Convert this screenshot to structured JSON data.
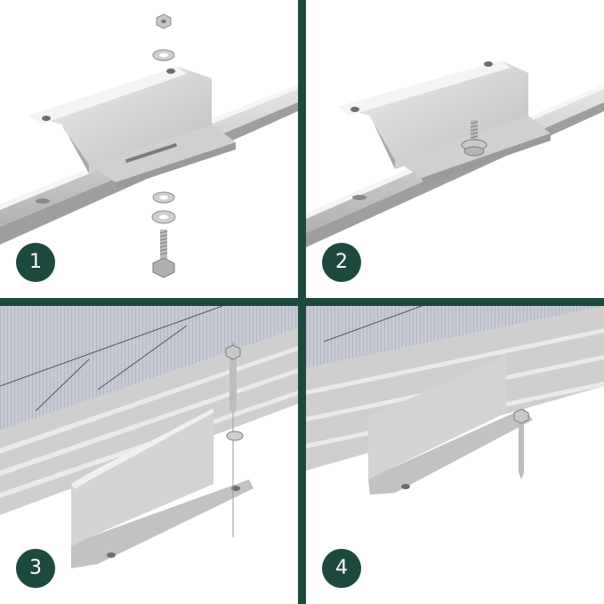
{
  "steps": [
    {
      "number": "1"
    },
    {
      "number": "2"
    },
    {
      "number": "3"
    },
    {
      "number": "4"
    }
  ],
  "colors": {
    "frame": "#1d4a3e",
    "badge": "#1d4a3e",
    "background": "#ffffff",
    "metal_light": "#d6d6d6",
    "metal_mid": "#b5b5b5",
    "metal_dark": "#8e8e8e",
    "solar_cells": "#b9bcc6"
  }
}
